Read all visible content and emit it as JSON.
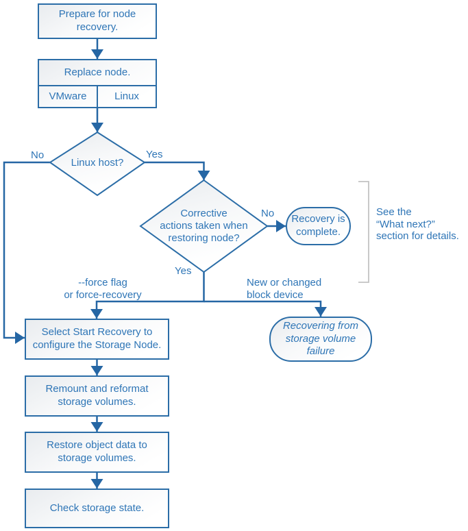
{
  "colors": {
    "connector_blue": "#2566a4",
    "box_border_blue": "#2b6da7",
    "text_blue": "#2e75b6",
    "box_fill_top": "#e9ecef",
    "box_fill_bottom": "#ffffff",
    "bracket_gray": "#c3c3c3"
  },
  "nodes": {
    "prepare": {
      "line1": "Prepare for node",
      "line2": "recovery."
    },
    "replace": {
      "label": "Replace node.",
      "options": [
        "VMware",
        "Linux"
      ]
    },
    "linux_host": {
      "label": "Linux host?"
    },
    "corrective": {
      "line1": "Corrective",
      "line2": "actions taken when",
      "line3": "restoring node?"
    },
    "recovery_complete": {
      "line1": "Recovery is",
      "line2": "complete."
    },
    "recovering_volume": {
      "line1": "Recovering from",
      "line2": "storage volume",
      "line3": "failure"
    },
    "select_start": {
      "line1": "Select Start Recovery to",
      "line2": "configure the Storage Node."
    },
    "remount": {
      "line1": "Remount and reformat",
      "line2": "storage volumes."
    },
    "restore": {
      "line1": "Restore object data to",
      "line2": "storage volumes."
    },
    "check": {
      "label": "Check storage state."
    }
  },
  "labels": {
    "no1": "No",
    "yes1": "Yes",
    "no2": "No",
    "yes2": "Yes",
    "force_line1": "--force flag",
    "force_line2": "or force-recovery",
    "block_line1": "New or changed",
    "block_line2": "block device",
    "note_line1": "See the",
    "note_line2": "“What next?”",
    "note_line3": "section for details."
  }
}
